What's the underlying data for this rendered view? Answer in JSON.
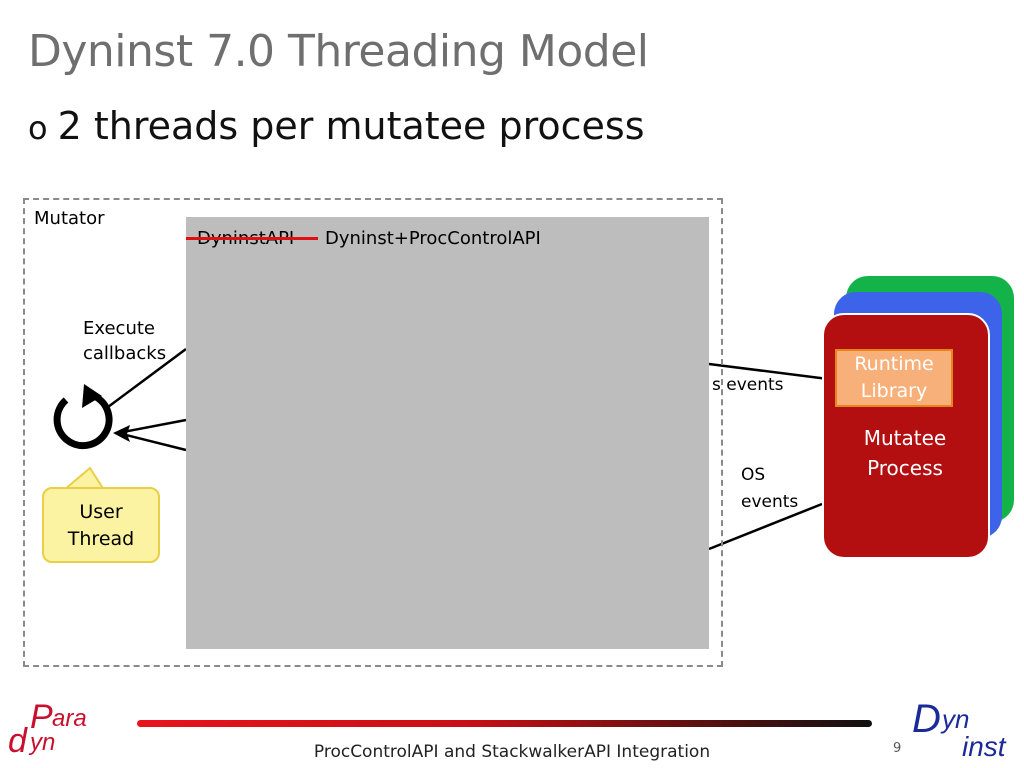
{
  "slide": {
    "title": "Dyninst 7.0 Threading Model",
    "bullet": {
      "marker": "o",
      "text": "2 threads per mutatee process"
    }
  },
  "diagram": {
    "mutator_label": "Mutator",
    "api_old": "DyninstAPI",
    "api_new": "Dyninst+ProcControlAPI",
    "execute_callbacks": [
      "Execute",
      "callbacks"
    ],
    "events_label": "s events",
    "os_events": [
      "OS",
      "events"
    ],
    "user_thread": [
      "User",
      "Thread"
    ],
    "runtime_library": [
      "Runtime",
      "Library"
    ],
    "mutatee_process": [
      "Mutatee",
      "Process"
    ],
    "colors": {
      "panel_gray": "#bdbdbd",
      "strike_red": "#e01010",
      "card_red": "#b30f10",
      "card_blue": "#3d63ea",
      "card_green": "#14b34a",
      "callout_fill": "#fbf3a1",
      "runtime_fill": "#f7b07a"
    },
    "icons": [
      "refresh-cycle-icon",
      "arrow-icon"
    ]
  },
  "footer": {
    "logo_left": {
      "big": "P",
      "small_top": "ara",
      "big2": "d",
      "small_bottom": "yn"
    },
    "logo_right": {
      "big": "D",
      "top": "yn",
      "bottom": "inst"
    },
    "text": "ProcControlAPI and StackwalkerAPI Integration",
    "page_number": "9"
  }
}
